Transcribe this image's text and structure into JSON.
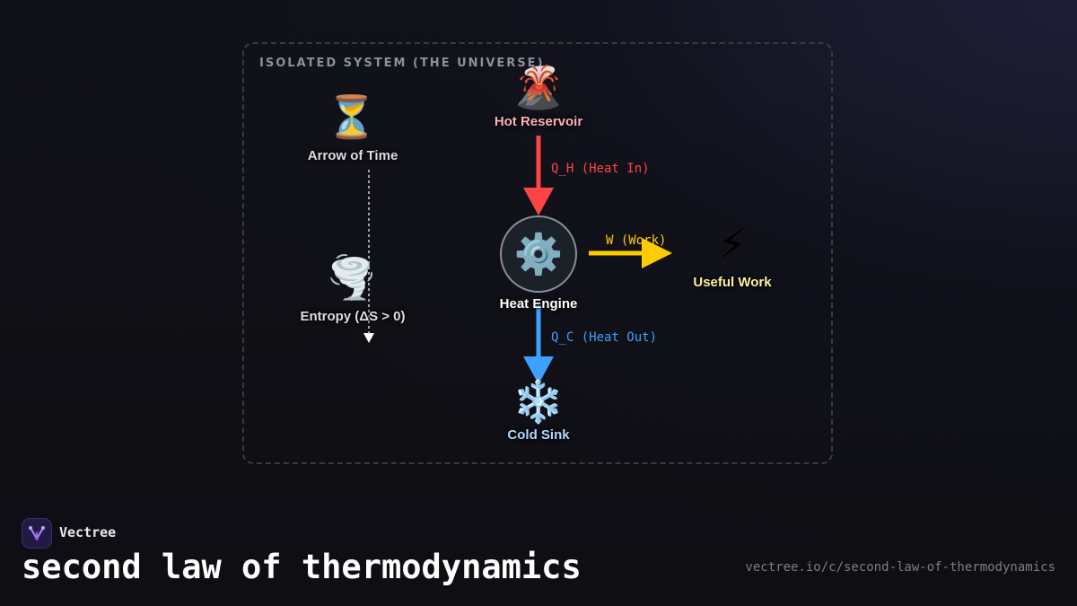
{
  "frame": {
    "title": "ISOLATED SYSTEM (THE UNIVERSE)"
  },
  "nodes": {
    "hot_reservoir": {
      "icon": "🌋",
      "icon_name": "volcano-icon",
      "label": "Hot Reservoir",
      "color": "#ffb3b3"
    },
    "heat_engine": {
      "icon": "⚙️",
      "icon_name": "gear-icon",
      "label": "Heat Engine",
      "color": "#ffffff"
    },
    "cold_sink": {
      "icon": "❄️",
      "icon_name": "snowflake-icon",
      "label": "Cold Sink",
      "color": "#b3d8ff"
    },
    "useful_work": {
      "icon": "⚡",
      "icon_name": "lightning-icon",
      "label": "Useful Work",
      "color": "#fff0a0"
    },
    "arrow_of_time": {
      "icon": "⏳",
      "icon_name": "hourglass-icon",
      "label": "Arrow of Time",
      "color": "#dddde2"
    },
    "entropy": {
      "icon": "🌪️",
      "icon_name": "tornado-icon",
      "label": "Entropy (ΔS > 0)",
      "color": "#dddde2"
    }
  },
  "edges": {
    "heat_in": {
      "label": "Q_H (Heat In)",
      "color": "#ff4444"
    },
    "work": {
      "label": "W (Work)",
      "color": "#ffcc00"
    },
    "heat_out": {
      "label": "Q_C (Heat Out)",
      "color": "#3ea0ff"
    },
    "time_flow": {
      "color": "#cfcfd6"
    }
  },
  "brand": {
    "name": "Vectree",
    "logo_icon": "vectree-logo-icon",
    "accent": "#8b5cf6"
  },
  "page": {
    "title": "second law of thermodynamics",
    "url": "vectree.io/c/second-law-of-thermodynamics"
  }
}
